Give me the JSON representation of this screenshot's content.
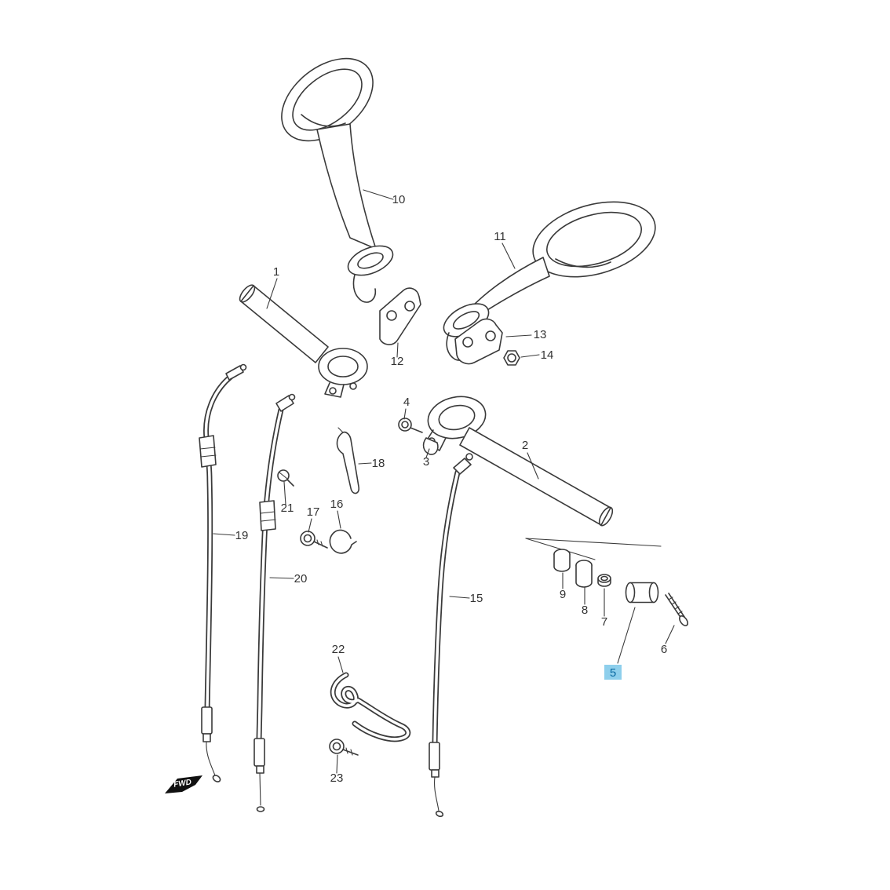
{
  "diagram": {
    "kind": "exploded-parts-diagram",
    "subject": "Motorcycle handlebar, mirrors and control cables",
    "fwd_label": "FWD",
    "highlighted_part": "5"
  },
  "colors": {
    "line": "#3a3a3a",
    "label_text": "#333333",
    "highlight_bg": "#8ecfec",
    "highlight_text": "#0b6aa2"
  },
  "parts": [
    "1",
    "2",
    "3",
    "4",
    "5",
    "6",
    "7",
    "8",
    "9",
    "10",
    "11",
    "12",
    "13",
    "14",
    "15",
    "16",
    "17",
    "18",
    "19",
    "20",
    "21",
    "22",
    "23"
  ]
}
